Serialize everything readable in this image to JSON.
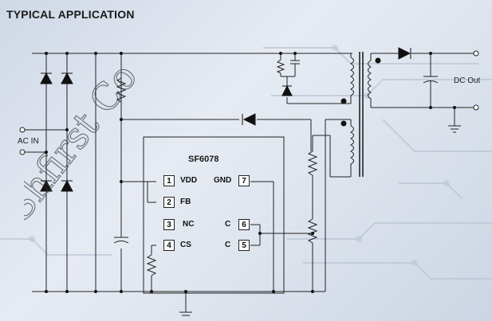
{
  "diagram": {
    "title": "TYPICAL APPLICATION",
    "chip": {
      "name": "SF6078",
      "pins": [
        {
          "num": "1",
          "name": "VDD"
        },
        {
          "num": "2",
          "name": "FB"
        },
        {
          "num": "3",
          "name": "NC"
        },
        {
          "num": "4",
          "name": "CS"
        },
        {
          "num": "7",
          "name": "GND"
        },
        {
          "num": "6",
          "name": "C"
        },
        {
          "num": "5",
          "name": "C"
        }
      ]
    },
    "labels": {
      "ac_in": "AC IN",
      "dc_out": "DC Out"
    },
    "watermark": "Shfirst Co"
  }
}
